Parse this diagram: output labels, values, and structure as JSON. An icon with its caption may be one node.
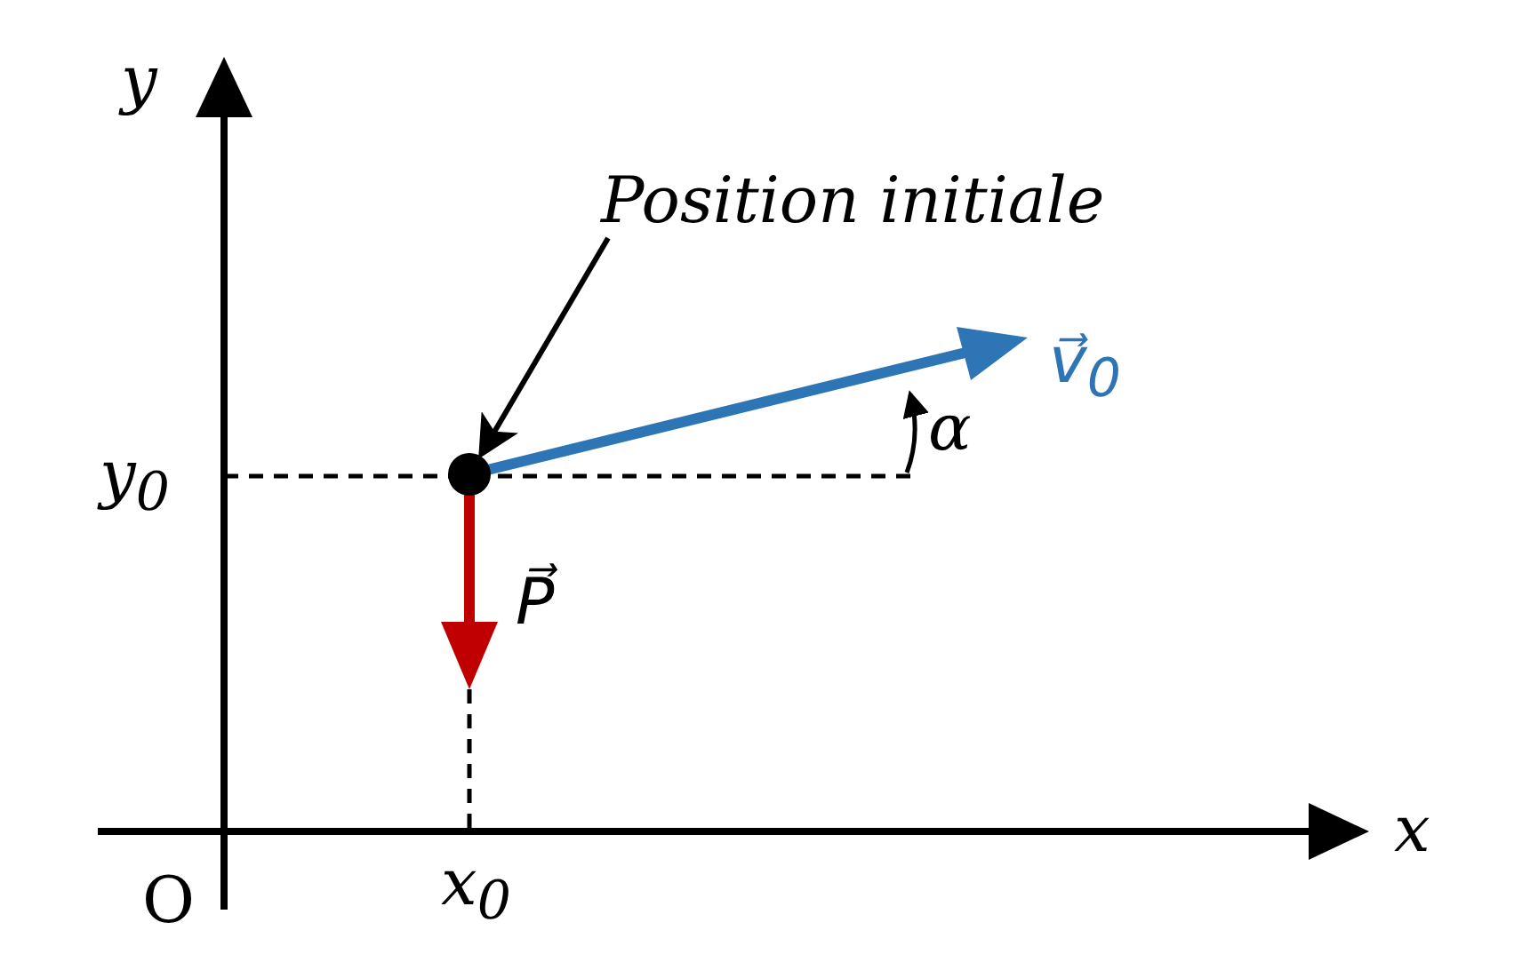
{
  "diagram": {
    "nodes": [
      {
        "text": [
          "Position initiale"
        ]
      },
      {
        "text": [],
        "shape": "circle"
      }
    ],
    "edges": [
      {
        "from": 0,
        "to": 1,
        "arrow": "to"
      }
    ],
    "labels": [
      "y",
      "y$_{0}$",
      "v⃗$_{0}$",
      "α",
      "P⃗",
      "x",
      "O",
      "x$_{0}$"
    ]
  }
}
